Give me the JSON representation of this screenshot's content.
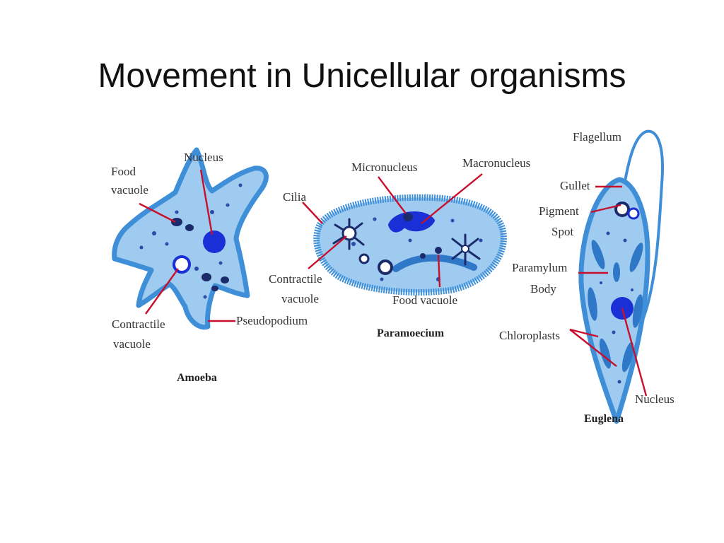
{
  "title": "Movement in Unicellular organisms",
  "colors": {
    "cell_fill": "#9ecbef",
    "cell_border": "#3f8fd8",
    "nucleus": "#1b2fd6",
    "dark_spot": "#1b2a6b",
    "pointer": "#c8102e"
  },
  "amoeba": {
    "caption": "Amoeba",
    "labels": {
      "food_vacuole_1": "Food",
      "food_vacuole_2": "vacuole",
      "nucleus": "Nucleus",
      "contractile_vacuole_1": "Contractile",
      "contractile_vacuole_2": "vacuole",
      "pseudopodium": "Pseudopodium"
    }
  },
  "paramoecium": {
    "caption": "Paramoecium",
    "labels": {
      "cilia": "Cilia",
      "micronucleus": "Micronucleus",
      "macronucleus": "Macronucleus",
      "contractile_vacuole_1": "Contractile",
      "contractile_vacuole_2": "vacuole",
      "food_vacuole": "Food vacuole"
    }
  },
  "euglena": {
    "caption": "Euglena",
    "labels": {
      "flagellum": "Flagellum",
      "gullet": "Gullet",
      "pigment_spot_1": "Pigment",
      "pigment_spot_2": "Spot",
      "paramylum_body_1": "Paramylum",
      "paramylum_body_2": "Body",
      "chloroplasts": "Chloroplasts",
      "nucleus": "Nucleus"
    }
  }
}
